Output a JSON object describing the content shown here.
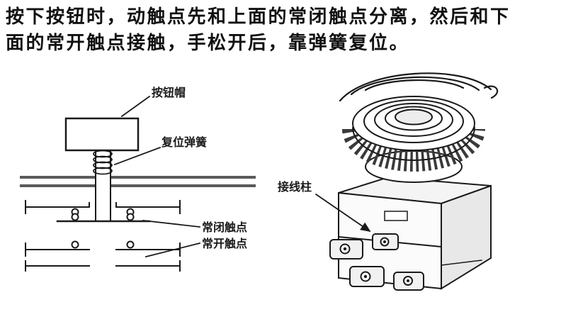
{
  "title": {
    "line1": "按下按钮时，动触点先和上面的常闭触点分离，然后和下",
    "line2": "面的常开触点接触，手松开后，靠弹簧复位。"
  },
  "left_diagram": {
    "labels": {
      "button_cap": "按钮帽",
      "reset_spring": "复位弹簧",
      "nc_contact": "常闭触点",
      "no_contact": "常开触点"
    }
  },
  "right_diagram": {
    "labels": {
      "terminal": "接线柱"
    }
  },
  "colors": {
    "ink": "#1a1a1a",
    "panel": "#5a5a5a",
    "face_light": "#fbfbfb",
    "face_shade": "#e8e8e8"
  }
}
